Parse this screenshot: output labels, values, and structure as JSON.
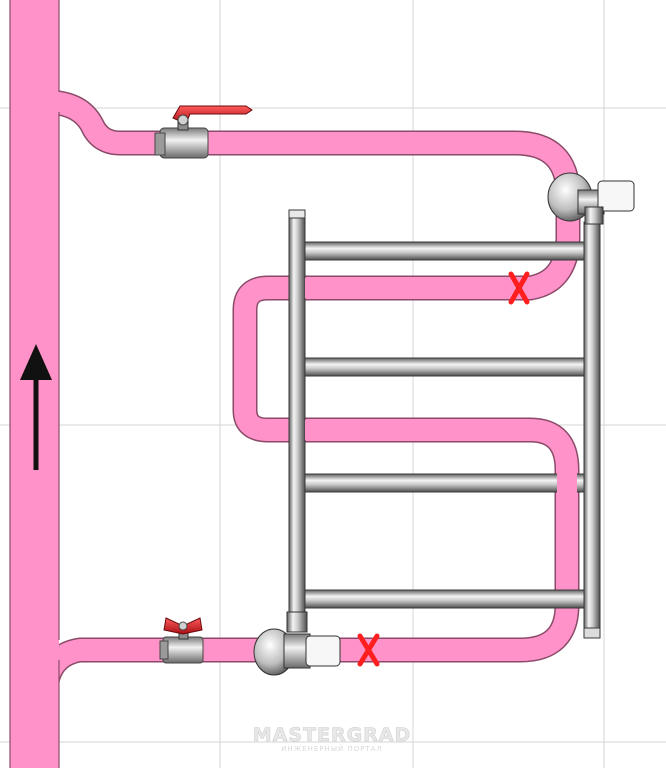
{
  "diagram": {
    "type": "heated towel rail piping diagram",
    "colors": {
      "background": "#ffffff",
      "grid_line": "#d6d6d6",
      "pipe": "#ff93c9",
      "pipe_outline": "#8a4a68",
      "rail_metal": "#b0b0b0",
      "valve_handle_large": "#d9262c",
      "valve_handle_small": "#b3202a",
      "cross_mark": "#ff1f1f",
      "flow_arrow": "#111111",
      "watermark": "#e6e6e6"
    },
    "flow_direction": "up",
    "cross_marks": 2,
    "rail_crossbars": 4,
    "shutoff_valves": 2,
    "angle_valves": 2,
    "watermark": {
      "text": "MASTERGRAD",
      "subtext": "ИНЖЕНЕРНЫЙ ПОРТАЛ"
    }
  }
}
